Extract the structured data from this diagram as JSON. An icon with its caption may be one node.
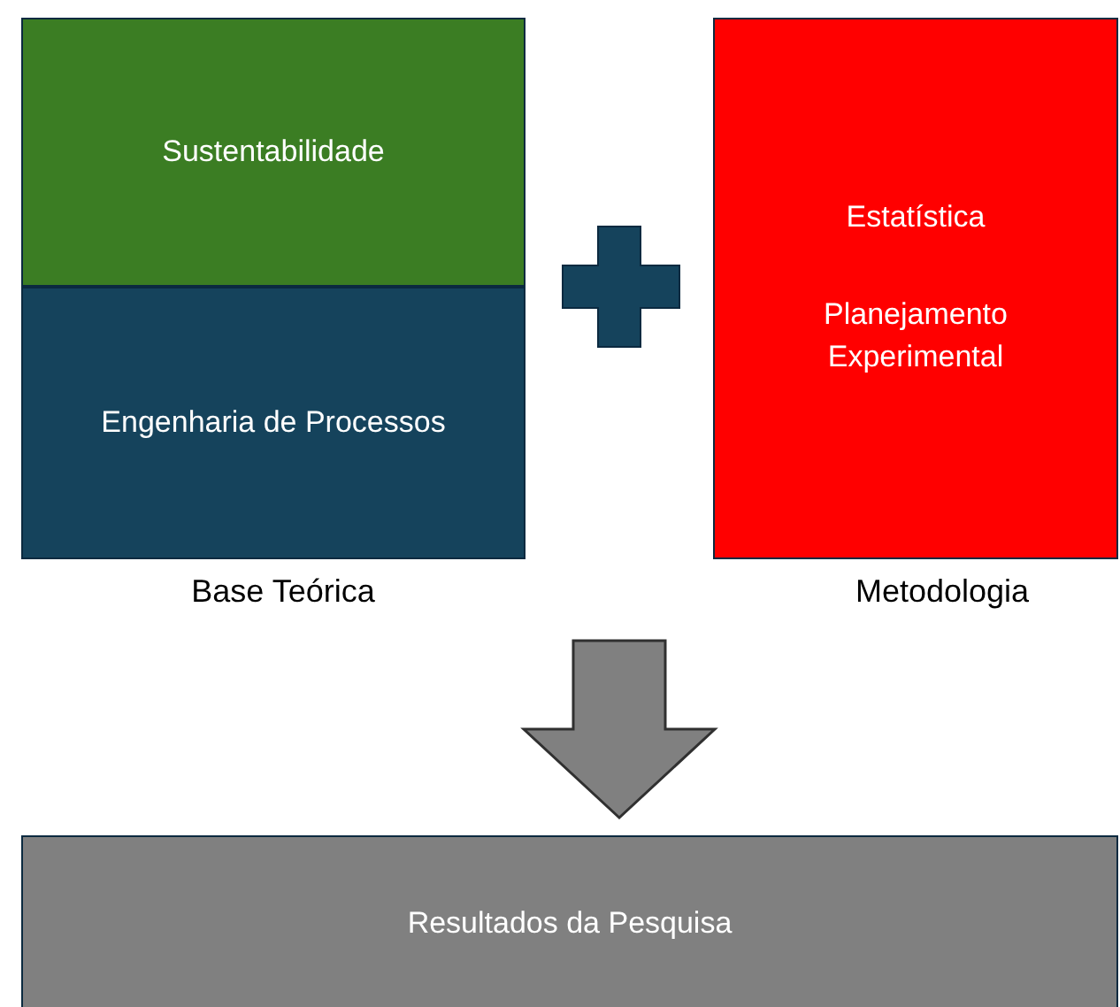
{
  "diagram": {
    "nodes": [
      {
        "text": [
          "Sustentabilidade"
        ]
      },
      {
        "text": [
          "Engenharia de Processos"
        ]
      },
      {
        "text": [
          "Estatística",
          "Planejamento Experimental"
        ],
        "beside": [
          "Metodologia"
        ]
      },
      {
        "text": [
          "Resultados da Pesquisa"
        ]
      }
    ],
    "edges": [
      {
        "from": null,
        "to": 3,
        "arrow": "to"
      }
    ],
    "labels": [
      "Base Teórica"
    ]
  }
}
